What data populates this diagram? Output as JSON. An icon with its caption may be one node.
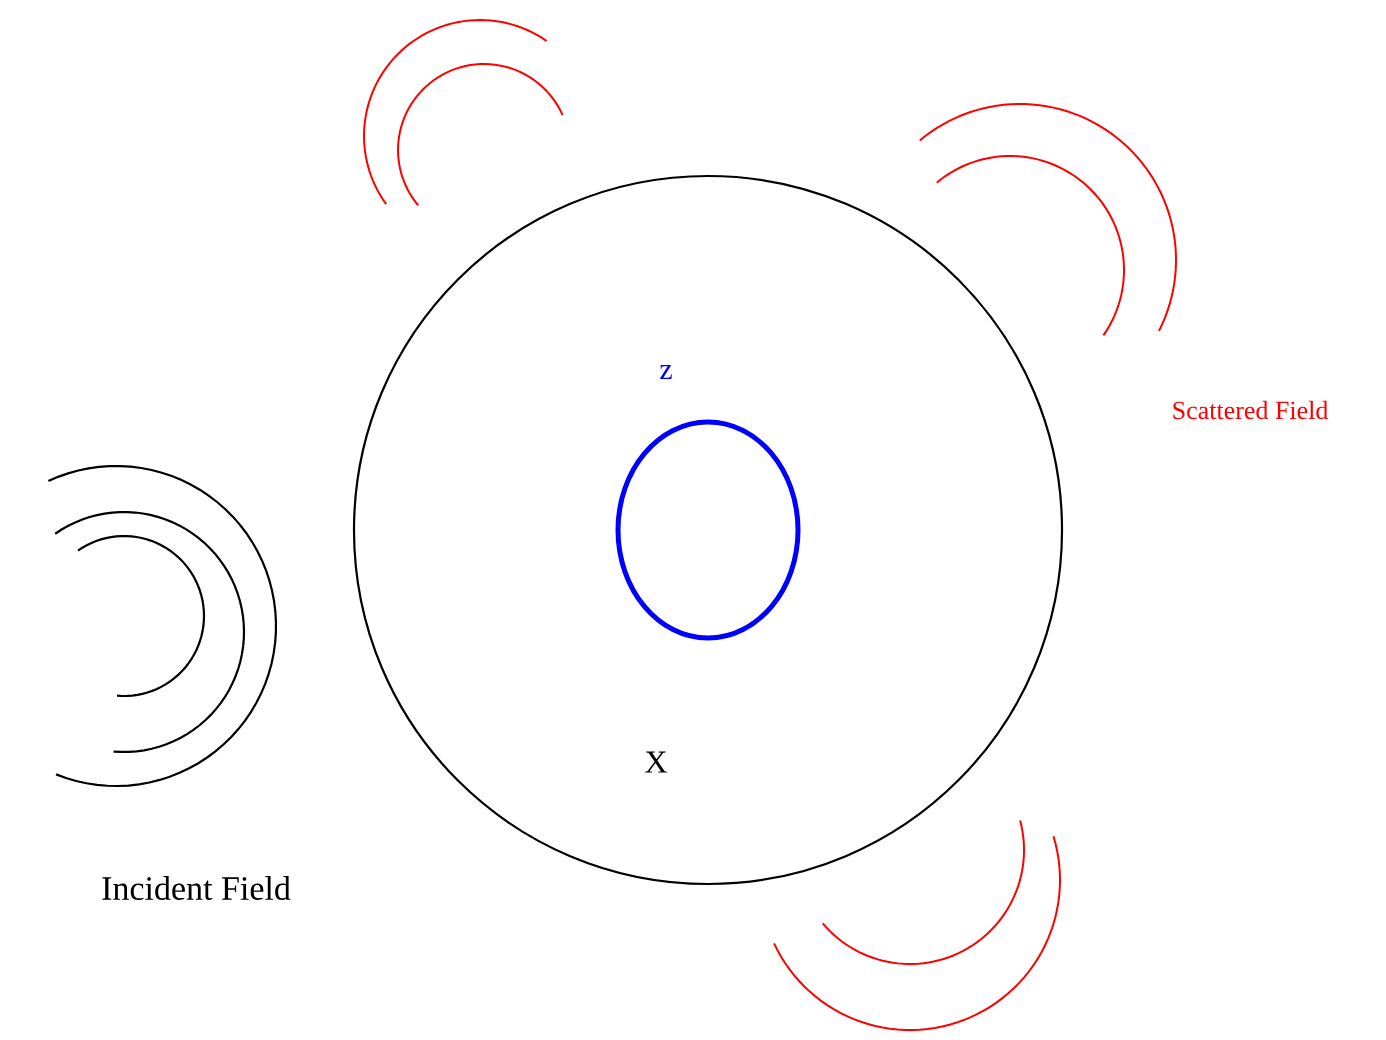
{
  "diagram": {
    "nodes": [
      {
        "text": [
          "X"
        ]
      },
      {
        "text": [
          "z"
        ],
        "in": 0
      }
    ],
    "labels": [
      "Incident Field",
      "Scattered Field"
    ]
  }
}
